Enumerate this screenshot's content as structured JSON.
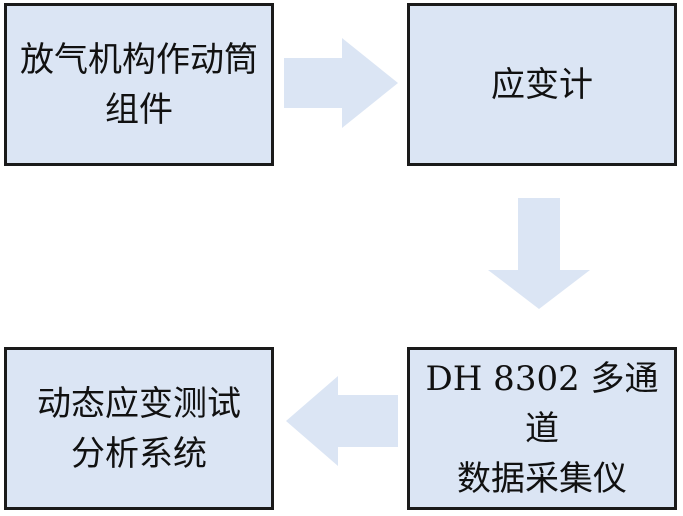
{
  "colors": {
    "box_fill": "#dbe5f4",
    "arrow_fill": "#dbe5f4",
    "border": "#1a1a1a"
  },
  "boxes": {
    "exhaust_cylinder": {
      "line1": "放气机构作动筒",
      "line2": "组件"
    },
    "strain_gauge": {
      "line1": "应变计"
    },
    "dh8302": {
      "line1": "DH 8302 多通道",
      "line2": "数据采集仪"
    },
    "analysis_system": {
      "line1": "动态应变测试",
      "line2": "分析系统"
    }
  }
}
